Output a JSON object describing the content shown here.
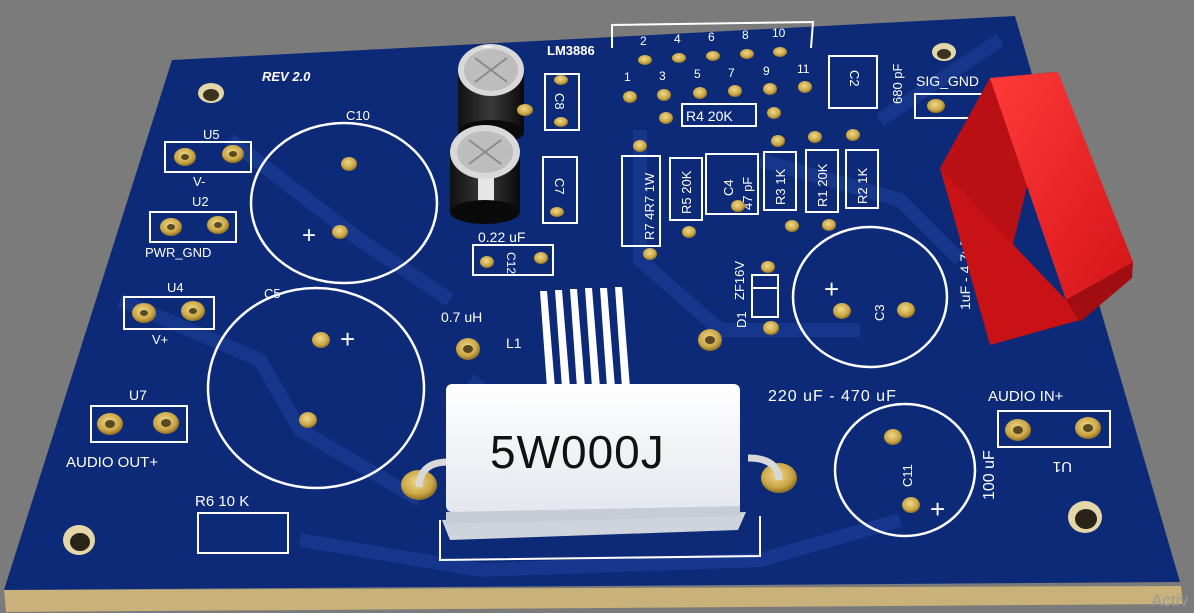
{
  "board": {
    "revision": "REV 2.0",
    "chip": "LM3886",
    "pins_top": [
      "2",
      "4",
      "6",
      "8",
      "10"
    ],
    "pins_bottom": [
      "1",
      "3",
      "5",
      "7",
      "9",
      "11"
    ]
  },
  "components": {
    "u5": {
      "ref": "U5",
      "label": "V-"
    },
    "u2": {
      "ref": "U2",
      "label": "PWR_GND"
    },
    "u4": {
      "ref": "U4",
      "label": "V+"
    },
    "u7": {
      "ref": "U7",
      "label": "AUDIO OUT+"
    },
    "u1": {
      "ref": "U1",
      "label": "AUDIO IN+"
    },
    "sig_gnd": "SIG_GND",
    "c10": "C10",
    "c5": "C5",
    "c8": "C8",
    "c7": "C7",
    "c12": {
      "ref": "C12",
      "value": "0.22 uF"
    },
    "c2": {
      "ref": "C2",
      "value": "680 pF"
    },
    "r4": "R4 20K",
    "r7": "R7 4R7 1W",
    "r5": "R5 20K",
    "c4": {
      "ref": "C4",
      "value": "47 pF"
    },
    "r3": "R3 1K",
    "r1": "R1 20K",
    "r2": "R2 1K",
    "d1": {
      "ref": "D1",
      "value": "ZF16V"
    },
    "c3": {
      "ref": "C3",
      "range": "220 uF - 470 uF"
    },
    "c11": {
      "ref": "C11",
      "value": "100 uF"
    },
    "cap_red": "1uF - 4.7uF",
    "l1": {
      "ref": "L1",
      "value": "0.7 uH"
    },
    "r6": "R6 10 K",
    "resistor_body": "5W000J",
    "plus": "+"
  },
  "watermark": "Activ",
  "colors": {
    "background": "#7b7b7b",
    "board": "#0d2a78",
    "silkscreen": "#ffffff",
    "pad": "#c9a545",
    "red_cap": "#e0181c"
  }
}
